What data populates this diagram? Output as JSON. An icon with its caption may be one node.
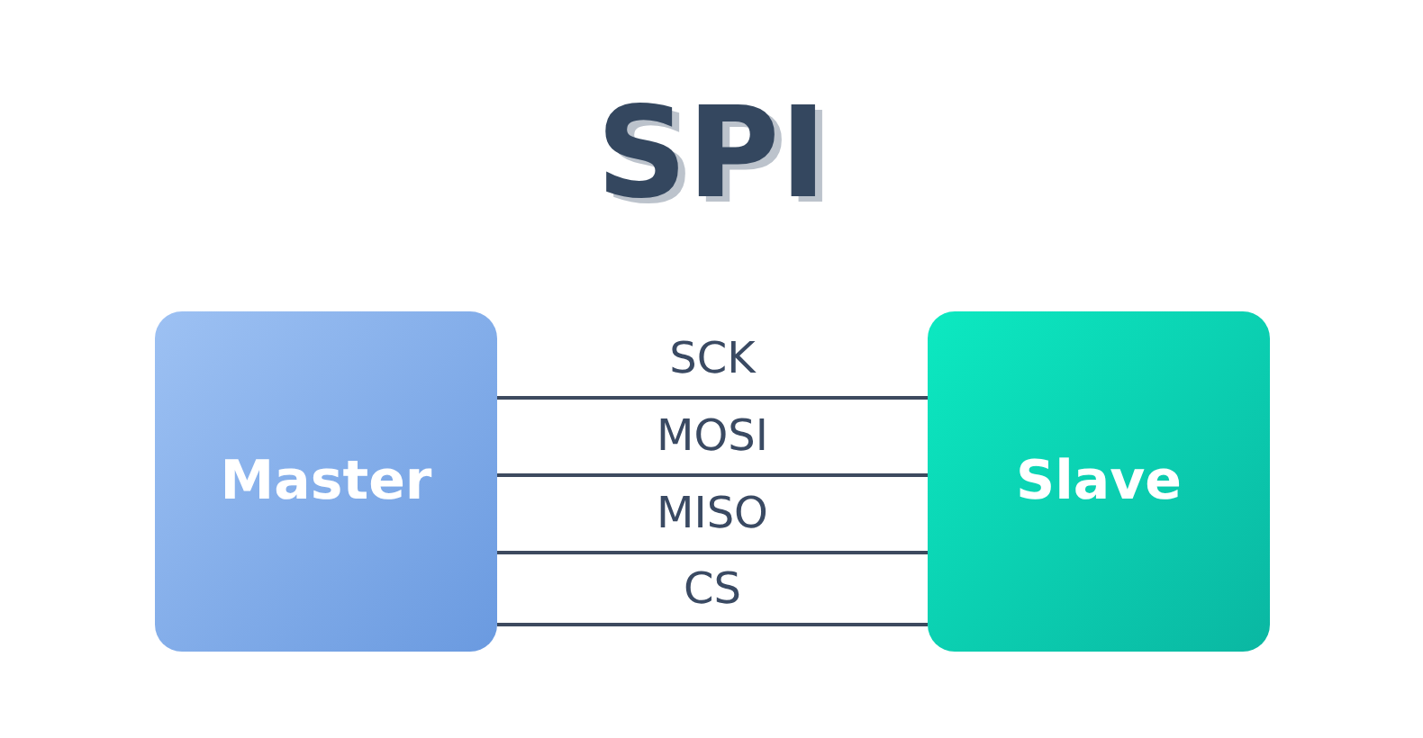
{
  "diagram": {
    "title": "SPI",
    "nodes": [
      {
        "text": [
          "Master"
        ]
      },
      {
        "text": [
          "Slave"
        ]
      }
    ],
    "edges": [
      {
        "from": 0,
        "to": 1,
        "arrow": "none",
        "label": "SCK"
      },
      {
        "from": 0,
        "to": 1,
        "arrow": "none",
        "label": "MOSI"
      },
      {
        "from": 0,
        "to": 1,
        "arrow": "none",
        "label": "MISO"
      },
      {
        "from": 0,
        "to": 1,
        "arrow": "none",
        "label": "CS"
      }
    ]
  }
}
